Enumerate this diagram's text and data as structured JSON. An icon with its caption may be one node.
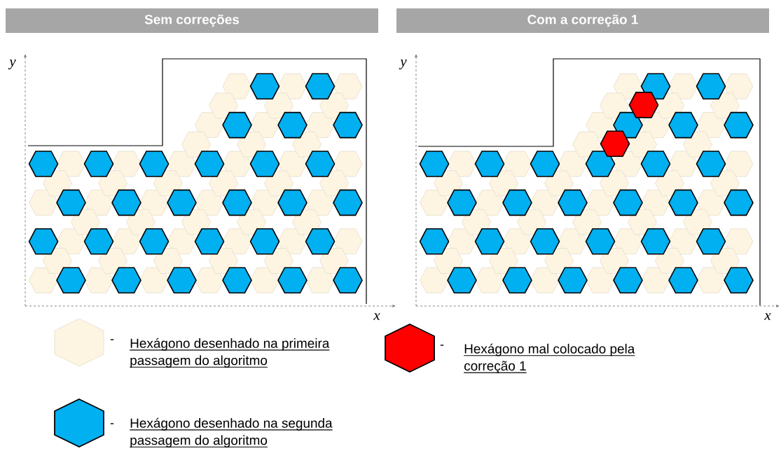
{
  "diagram": {
    "nodes": [
      {
        "text": [
          "Sem correções"
        ]
      },
      {
        "text": [
          "Com a correção 1"
        ]
      }
    ],
    "labels": [
      "y",
      "x",
      "y",
      "x",
      "-",
      "-",
      "-"
    ],
    "legend": [
      {
        "text": "Hexágono desenhado na primeira passagem do algoritmo",
        "color": "#fdf5e1"
      },
      {
        "text": "Hexágono mal colocado pela correção 1",
        "color": "#ff0000"
      },
      {
        "text": "Hexágono desenhado na segunda passagem do algoritmo",
        "color": "#00b0f0"
      }
    ]
  }
}
